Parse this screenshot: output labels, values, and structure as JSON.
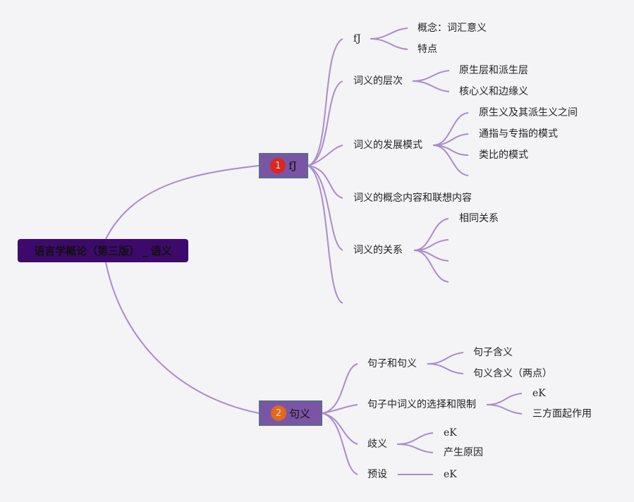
{
  "root": {
    "title": "语言学概论（第三版）",
    "sep": "_",
    "suffix": "语义"
  },
  "branch1": {
    "index": "1",
    "label": "fJ",
    "badge_color": "#d9281e",
    "children": [
      {
        "label": "fJ",
        "children": [
          "概念：词汇意义",
          "特点"
        ]
      },
      {
        "label": "词义的层次",
        "children": [
          "原生层和派生层",
          "核心义和边缘义"
        ]
      },
      {
        "label": "词义的发展模式",
        "children": [
          "原生义及其派生义之间",
          "通指与专指的模式",
          "类比的模式"
        ]
      },
      {
        "label": "词义的概念内容和联想内容"
      },
      {
        "label": "词义的关系",
        "children": [
          "相同关系"
        ]
      }
    ]
  },
  "branch2": {
    "index": "2",
    "label": "句义",
    "badge_color": "#e06a1c",
    "children": [
      {
        "label": "句子和句义",
        "children": [
          "句子含义",
          "句义含义（两点）"
        ]
      },
      {
        "label": "句子中词义的选择和限制",
        "children": [
          "eK",
          "三方面起作用"
        ]
      },
      {
        "label": "歧义",
        "children": [
          "eK",
          "产生原因"
        ]
      },
      {
        "label": "预设",
        "children": [
          "eK"
        ]
      }
    ]
  },
  "colors": {
    "line": "#a98ccb",
    "root_bg": "#3d0a6b",
    "branch_bg": "#7b55a5"
  }
}
